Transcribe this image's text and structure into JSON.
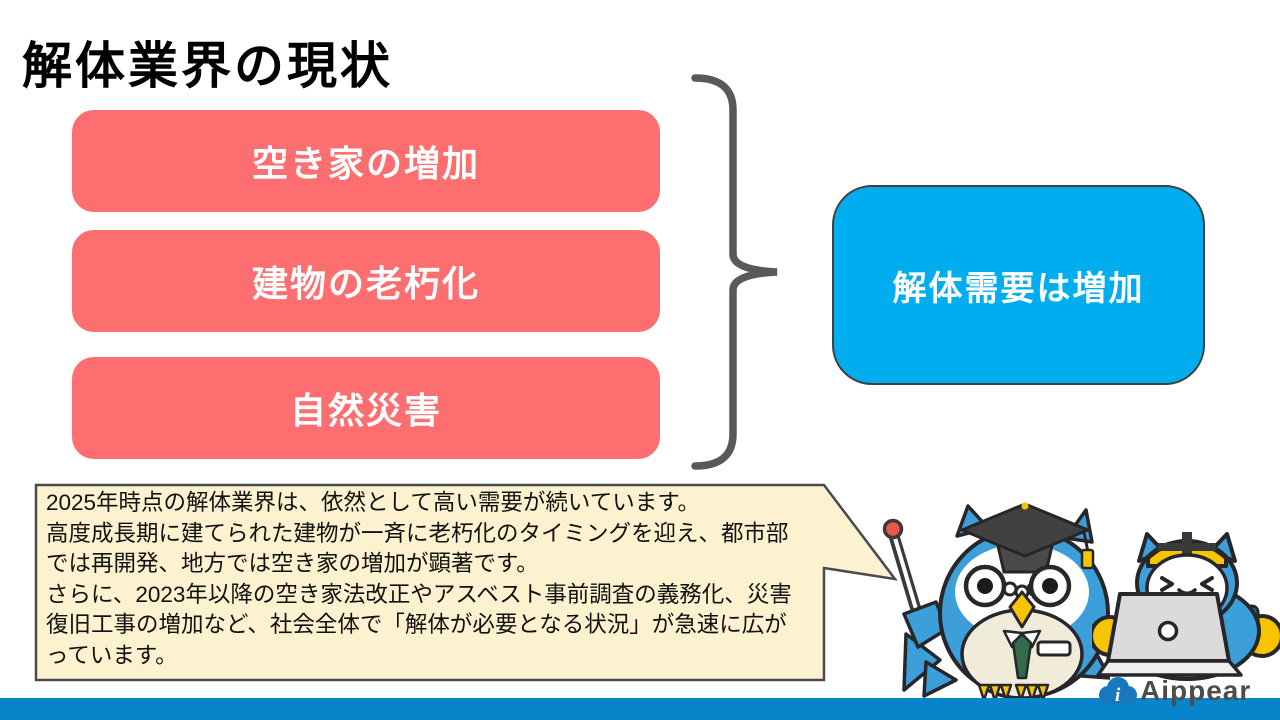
{
  "slide": {
    "title": "解体業界の現状",
    "factors": [
      {
        "label": "空き家の増加"
      },
      {
        "label": "建物の老朽化"
      },
      {
        "label": "自然災害"
      }
    ],
    "conclusion": {
      "label": "解体需要は増加"
    },
    "note": {
      "paragraphs": [
        "2025年時点の解体業界は、依然として高い需要が続いています。",
        "高度成長期に建てられた建物が一斉に老朽化のタイミングを迎え、都市部では再開発、地方では空き家の増加が顕著です。",
        "さらに、2023年以降の空き家法改正やアスベスト事前調査の義務化、災害復旧工事の増加など、社会全体で「解体が必要となる状況」が急速に広がっています。"
      ]
    },
    "logo": {
      "text": "Aippear"
    },
    "icons": {
      "brace": "right-curly-brace",
      "owl": "owl-professor-mascot",
      "robot": "builder-robot-with-laptop-mascot",
      "cloud": "cloud-logo-icon"
    },
    "colors": {
      "factor_box": "#FD6E71",
      "conclusion_box": "#00AEEF",
      "note_background": "#FDF2CF",
      "note_border": "#4A4A4A",
      "brace": "#595959",
      "footer_bar": "#0884CA",
      "mascot_blue": "#3D9FD9",
      "mascot_yellow": "#F7C500"
    }
  }
}
